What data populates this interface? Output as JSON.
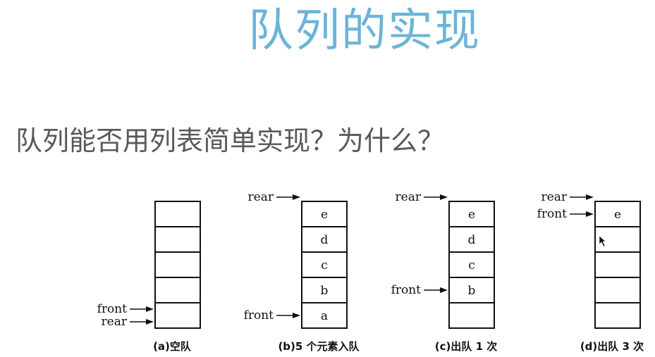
{
  "slide": {
    "title": "队列的实现",
    "question": "队列能否用列表简单实现？为什么？"
  },
  "diagrams": [
    {
      "caption": "(a)空队",
      "cells": [
        "",
        "",
        "",
        "",
        ""
      ],
      "pointers": [
        {
          "label": "front",
          "slot": 4
        },
        {
          "label": "rear",
          "slot": 4
        }
      ]
    },
    {
      "caption": "(b)5 个元素入队",
      "cells": [
        "e",
        "d",
        "c",
        "b",
        "a"
      ],
      "pointers": [
        {
          "label": "rear",
          "slot": -1
        },
        {
          "label": "front",
          "slot": 4
        }
      ]
    },
    {
      "caption": "(c)出队 1 次",
      "cells": [
        "e",
        "d",
        "c",
        "b",
        ""
      ],
      "pointers": [
        {
          "label": "rear",
          "slot": -1
        },
        {
          "label": "front",
          "slot": 3
        }
      ]
    },
    {
      "caption": "(d)出队 3 次",
      "cells": [
        "e",
        "",
        "",
        "",
        ""
      ],
      "pointers": [
        {
          "label": "rear",
          "slot": -1
        },
        {
          "label": "front",
          "slot": 0
        }
      ]
    }
  ],
  "cursor_icon": "mouse-pointer-icon"
}
